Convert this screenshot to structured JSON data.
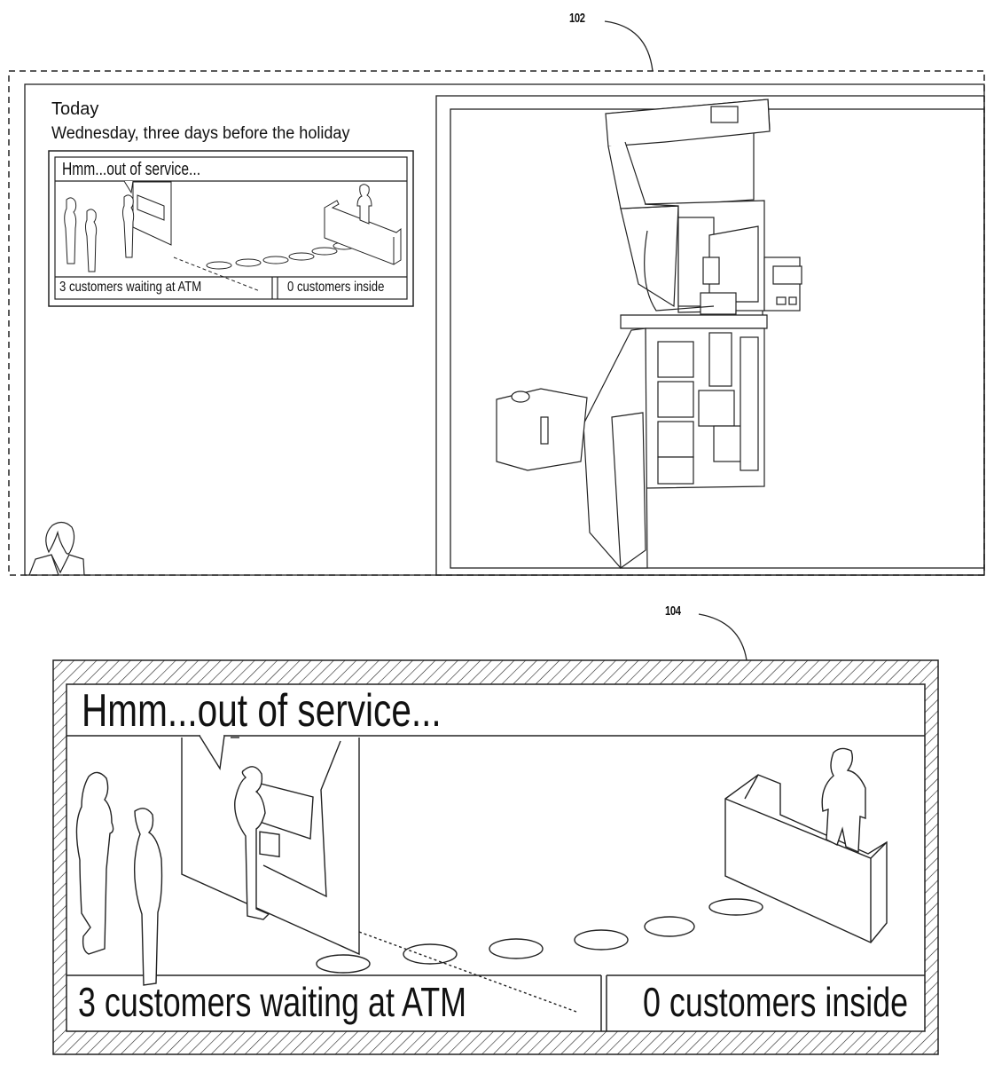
{
  "figure": {
    "ref_top": "102",
    "ref_bottom": "104"
  },
  "screen_102": {
    "heading": "Today",
    "subheading": "Wednesday, three days before the holiday",
    "thumbnail": {
      "speech_bubble": "Hmm...out of service...",
      "status_left": "3 customers waiting at ATM",
      "status_right": "0 customers inside"
    },
    "right_panel_icon": "atm-open-cabinet-icon",
    "avatar_icon": "user-avatar-icon"
  },
  "screen_104": {
    "speech_bubble": "Hmm...out of service...",
    "status_left": "3 customers waiting at ATM",
    "status_right": "0 customers inside"
  }
}
